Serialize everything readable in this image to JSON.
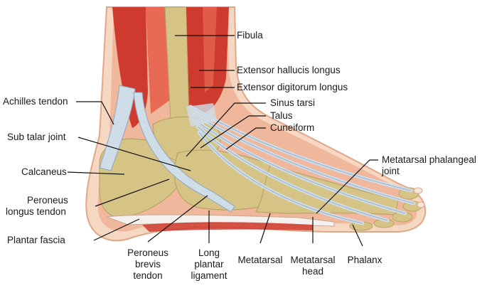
{
  "colors": {
    "skin": "#f6d7c2",
    "skin_edge": "#e2a688",
    "fat": "#f1b79c",
    "muscle": "#cf3a2e",
    "muscle_light": "#e86a55",
    "bone": "#d6c487",
    "bone_dark": "#b8a464",
    "tendon": "#cfdde9",
    "tendon_edge": "#8ea6bd",
    "leader": "#111111"
  },
  "labels": {
    "fibula": "Fibula",
    "extensor_hallucis": "Extensor hallucis longus",
    "extensor_digitorum": "Extensor digitorum longus",
    "achilles": "Achilles tendon",
    "sinus_tarsi": "Sinus tarsi",
    "talus": "Talus",
    "cuneiform": "Cuneiform",
    "sub_talar": "Sub talar joint",
    "calcaneus": "Calcaneus",
    "peroneus_longus_1": "Peroneus",
    "peroneus_longus_2": "longus tendon",
    "mtp_1": "Metatarsal phalangeal",
    "mtp_2": "joint",
    "plantar_fascia": "Plantar fascia",
    "peroneus_brevis_1": "Peroneus",
    "peroneus_brevis_2": "brevis",
    "peroneus_brevis_3": "tendon",
    "long_plantar_1": "Long",
    "long_plantar_2": "plantar",
    "long_plantar_3": "ligament",
    "metatarsal": "Metatarsal",
    "metatarsal_head_1": "Metatarsal",
    "metatarsal_head_2": "head",
    "phalanx": "Phalanx"
  }
}
